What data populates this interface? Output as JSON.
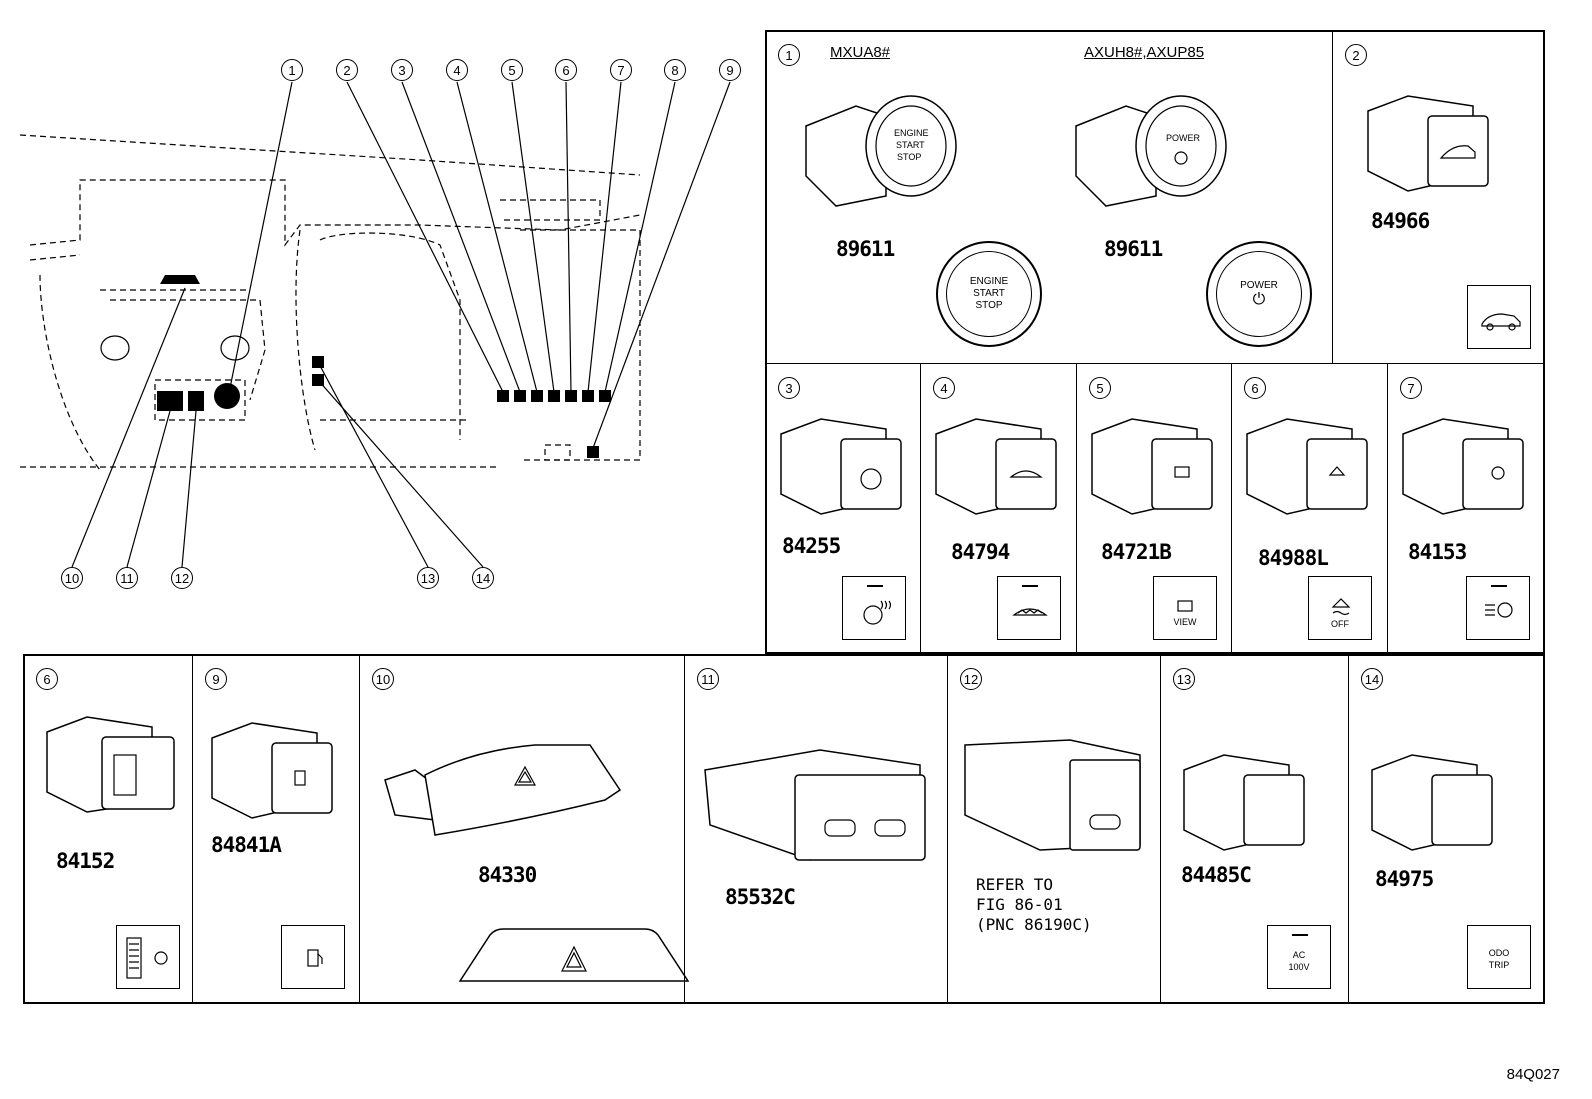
{
  "figure_code": "84Q027",
  "overview": {
    "top_callouts": [
      "1",
      "2",
      "3",
      "4",
      "5",
      "6",
      "7",
      "8",
      "9"
    ],
    "bottom_callouts": [
      "10",
      "11",
      "12",
      "13",
      "14"
    ]
  },
  "cells": {
    "c1": {
      "num": "1",
      "variant_a": "MXUA8#",
      "variant_b": "AXUH8#,AXUP85",
      "pn_a": "89611",
      "pn_b": "89611",
      "btn_a_lines": [
        "ENGINE",
        "START",
        "STOP"
      ],
      "btn_b_line": "POWER"
    },
    "c2": {
      "num": "2",
      "pn": "84966",
      "icon": "car-icon"
    },
    "c3": {
      "num": "3",
      "pn": "84255",
      "icon": "heated-steering-icon"
    },
    "c4": {
      "num": "4",
      "pn": "84794",
      "icon": "wiper-deicer-icon"
    },
    "c5": {
      "num": "5",
      "pn": "84721B",
      "icon": "view-camera-icon",
      "label": "VIEW"
    },
    "c6": {
      "num": "6",
      "pn": "84988L",
      "icon": "traction-off-icon",
      "label": "OFF"
    },
    "c7": {
      "num": "7",
      "pn": "84153",
      "icon": "auto-headlamp-icon"
    },
    "c6b": {
      "num": "6",
      "pn": "84152",
      "icon": "headlamp-level-icon"
    },
    "c9": {
      "num": "9",
      "pn": "84841A",
      "icon": "fuel-door-icon"
    },
    "c10": {
      "num": "10",
      "pn": "84330",
      "icon": "hazard-icon"
    },
    "c11": {
      "num": "11",
      "pn": "85532C",
      "icon": "usb-port-icon"
    },
    "c12": {
      "num": "12",
      "ref_lines": [
        "REFER TO",
        "FIG 86-01",
        "(PNC 86190C)"
      ],
      "icon": "usb-icon"
    },
    "c13": {
      "num": "13",
      "pn": "84485C",
      "label_lines": [
        "AC",
        "100V"
      ]
    },
    "c14": {
      "num": "14",
      "pn": "84975",
      "label_lines": [
        "ODO",
        "TRIP"
      ]
    }
  }
}
